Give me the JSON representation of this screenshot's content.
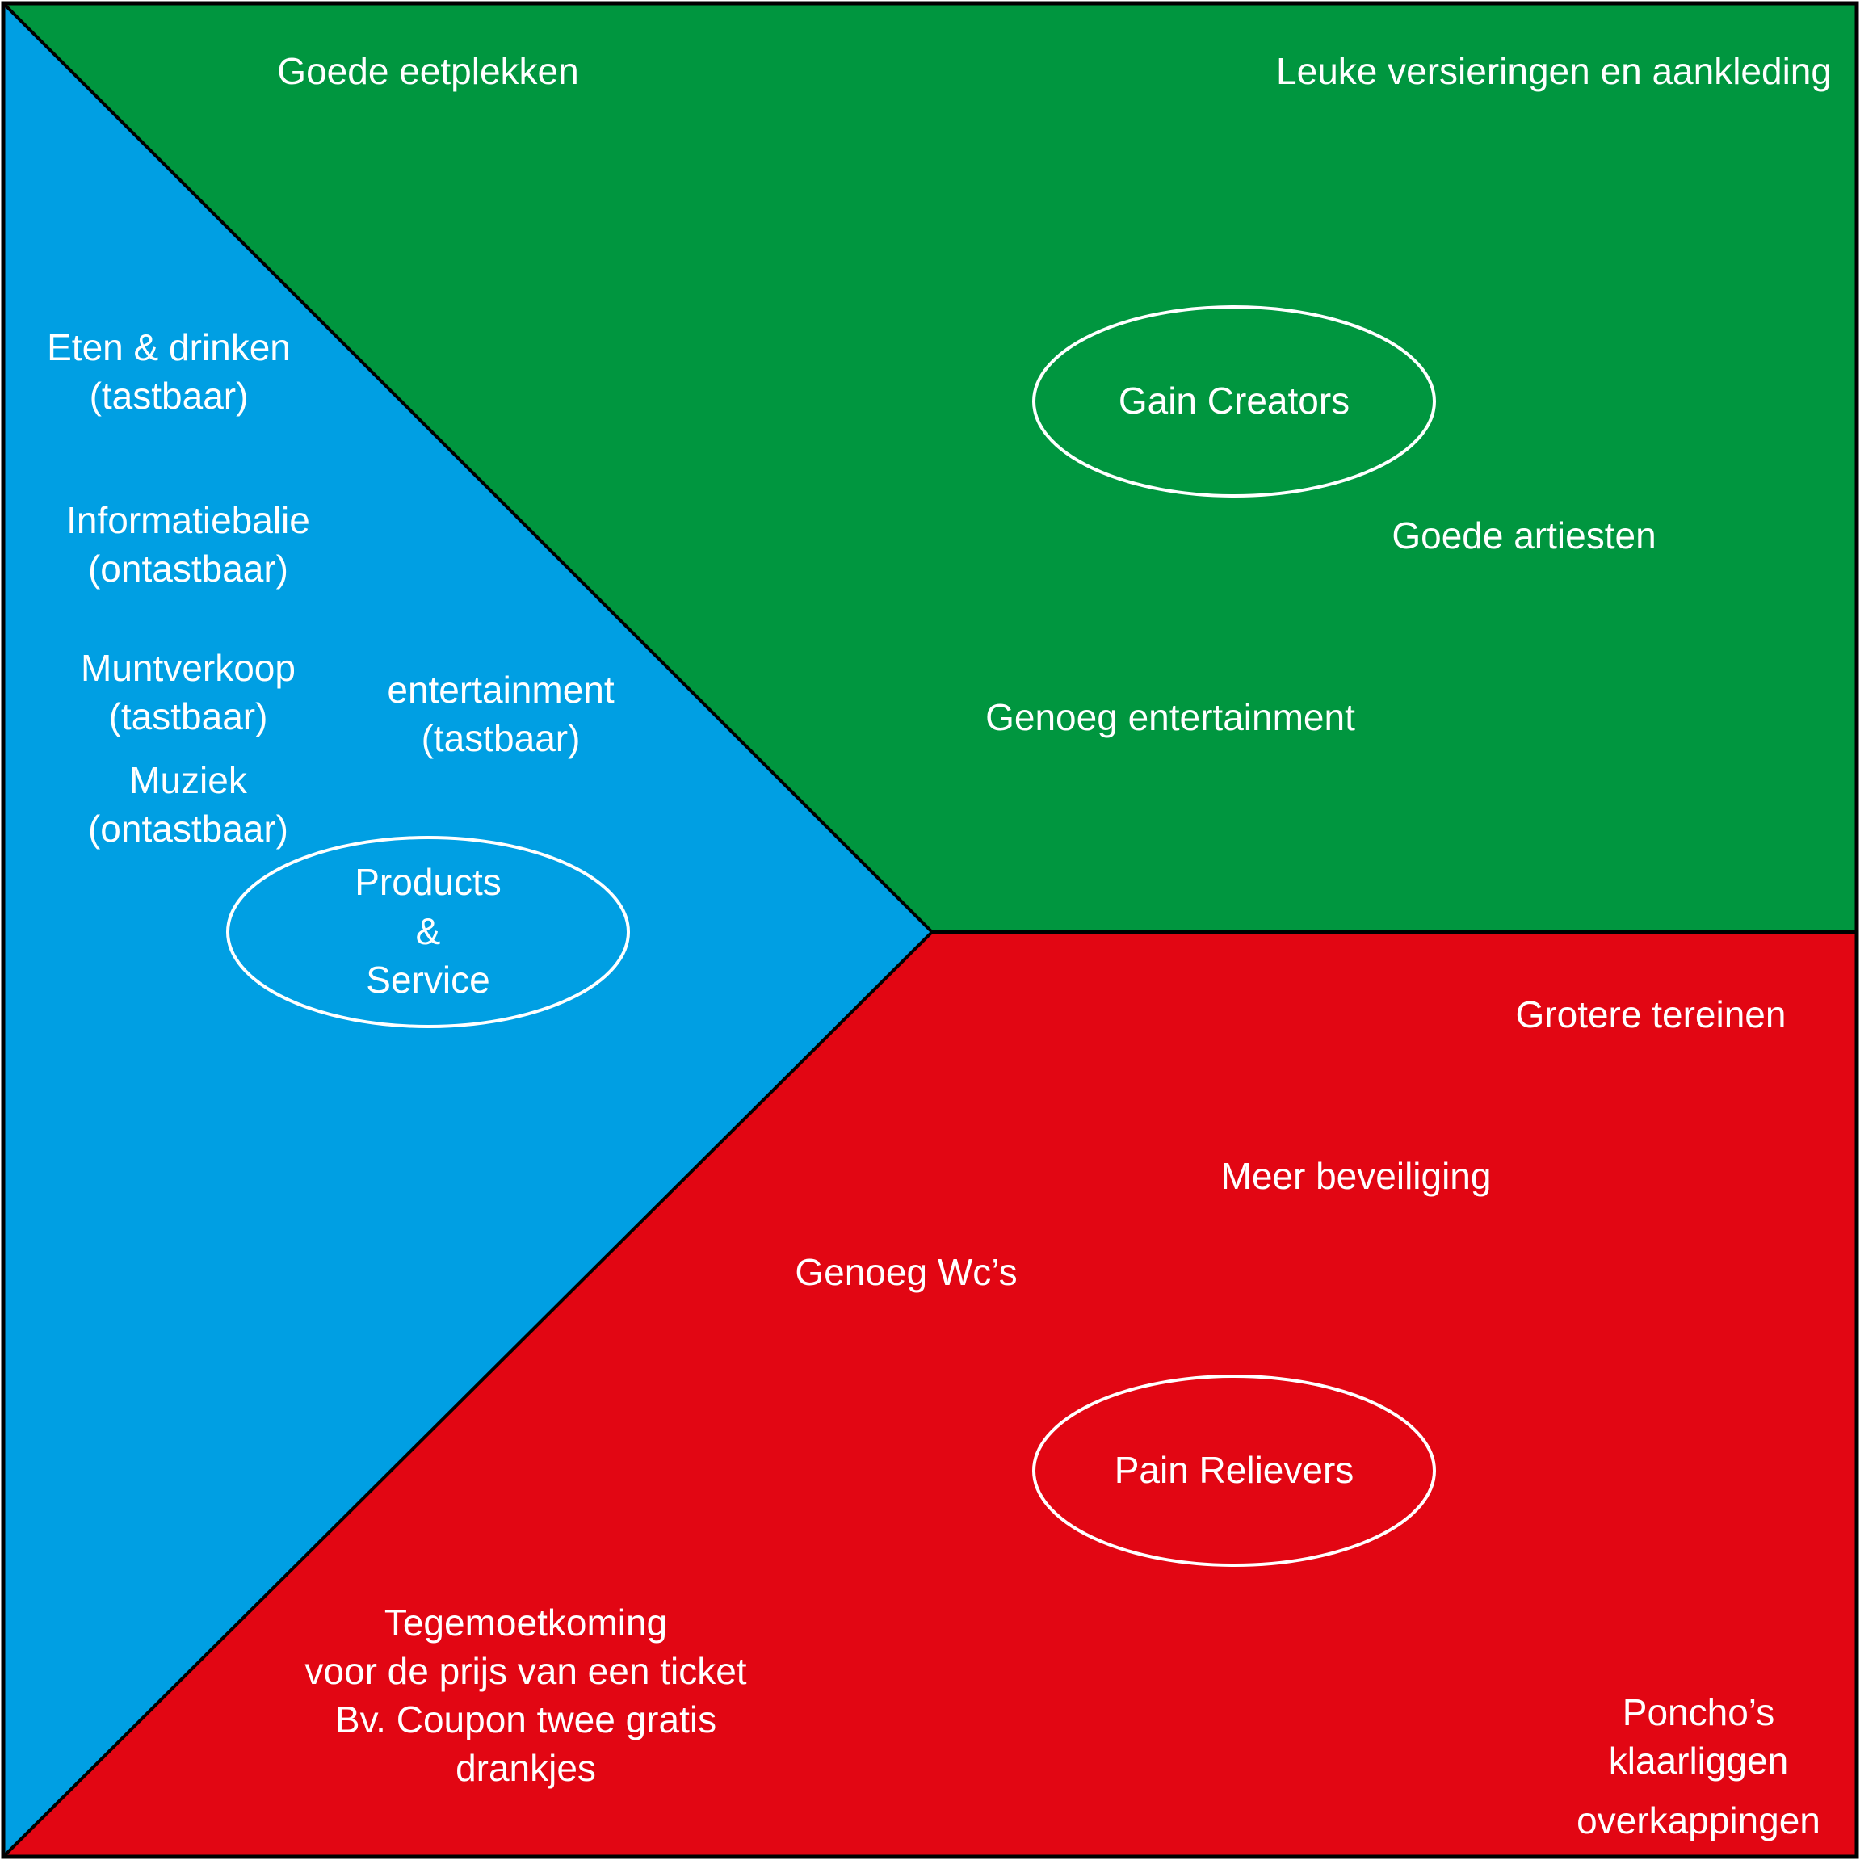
{
  "title": "Value Map",
  "colors": {
    "gain_creators": "#00963F",
    "products_services": "#009FE3",
    "pain_relievers": "#E20613",
    "outline": "#000000",
    "text": "#FFFFFF"
  },
  "gain_creators": {
    "title": "Gain Creators",
    "items": [
      "Goede eetplekken",
      "Leuke versieringen en aankleding",
      "Goede artiesten",
      "Genoeg entertainment"
    ]
  },
  "products_services": {
    "title_lines": [
      "Products",
      "&",
      "Service"
    ],
    "items": [
      {
        "lines": [
          "Eten & drinken",
          "(tastbaar)"
        ]
      },
      {
        "lines": [
          "Informatiebalie",
          "(ontastbaar)"
        ]
      },
      {
        "lines": [
          "Muntverkoop",
          "(tastbaar)"
        ]
      },
      {
        "lines": [
          "Muziek",
          "(ontastbaar)"
        ]
      },
      {
        "lines": [
          "entertainment",
          "(tastbaar)"
        ]
      }
    ]
  },
  "pain_relievers": {
    "title": "Pain Relievers",
    "items": [
      {
        "lines": [
          "Grotere tereinen"
        ]
      },
      {
        "lines": [
          "Meer beveiliging"
        ]
      },
      {
        "lines": [
          "Genoeg Wc’s"
        ]
      },
      {
        "lines": [
          "Tegemoetkoming",
          "voor de prijs van een ticket",
          "Bv. Coupon twee gratis",
          "drankjes"
        ]
      },
      {
        "lines": [
          "Poncho’s",
          "klaarliggen"
        ]
      },
      {
        "lines": [
          "overkappingen"
        ]
      }
    ]
  }
}
